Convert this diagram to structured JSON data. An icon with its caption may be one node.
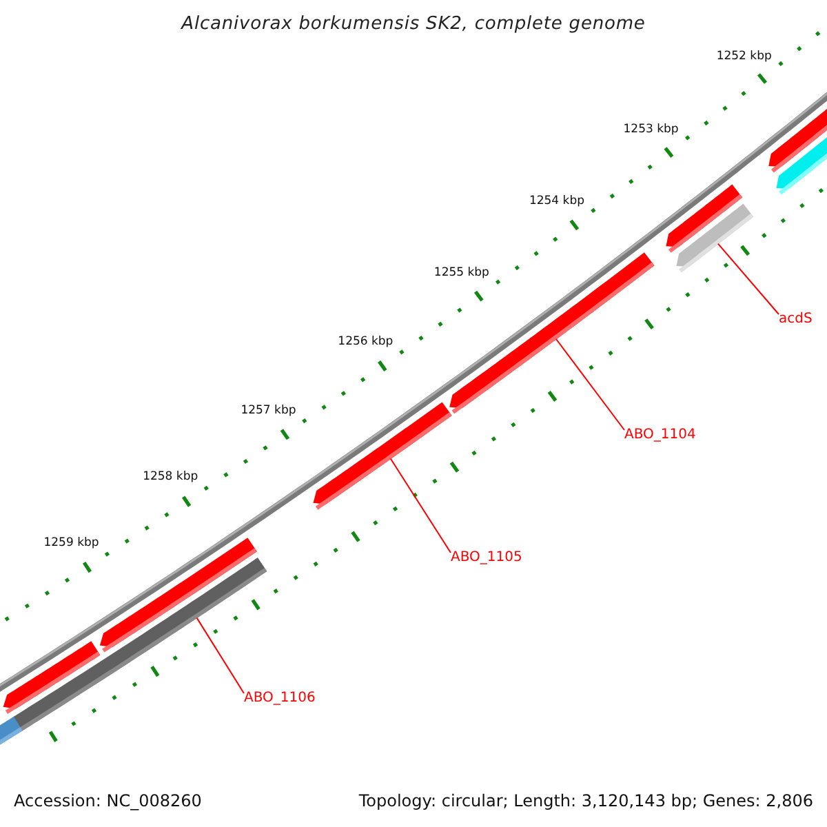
{
  "diagram": {
    "title": "Alcanivorax borkumensis SK2, complete genome",
    "nodes": [
      {
        "text": [
          "acdS"
        ]
      },
      {
        "text": [],
        "shape": "bar"
      },
      {
        "text": [
          "ABO_1104"
        ]
      },
      {
        "text": [],
        "shape": "bar"
      },
      {
        "text": [
          "ABO_1105"
        ]
      },
      {
        "text": [],
        "shape": "bar"
      },
      {
        "text": [
          "ABO_1106"
        ]
      },
      {
        "text": [],
        "shape": "bar"
      }
    ],
    "edges": [
      {
        "from": 0,
        "to": 1,
        "arrow": "none"
      },
      {
        "from": 2,
        "to": 3,
        "arrow": "none"
      },
      {
        "from": 4,
        "to": 5,
        "arrow": "none"
      },
      {
        "from": 6,
        "to": 7,
        "arrow": "none"
      }
    ],
    "labels": [
      "1252 kbp",
      "1253 kbp",
      "1254 kbp",
      "1255 kbp",
      "1256 kbp",
      "1257 kbp",
      "1258 kbp",
      "1259 kbp",
      "Accession: NC_008260",
      "Topology: circular; Length: 3,120,143 bp; Genes: 2,806"
    ]
  }
}
